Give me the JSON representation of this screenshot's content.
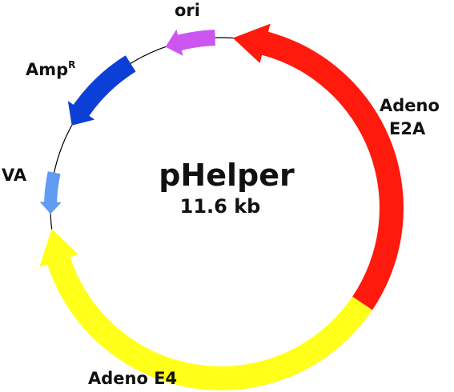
{
  "plasmid": {
    "name": "pHelper",
    "size": "11.6 kb"
  },
  "features": [
    {
      "id": "e2a",
      "label_lines": [
        "Adeno",
        "E2A"
      ],
      "color": "#ff1a0d"
    },
    {
      "id": "e4",
      "label_lines": [
        "Adeno E4"
      ],
      "color": "#ffff1a"
    },
    {
      "id": "va",
      "label_lines": [
        "VA"
      ],
      "color": "#5f9cf2"
    },
    {
      "id": "amp",
      "label_lines": [
        "Amp"
      ],
      "superscript": "R",
      "color": "#0b3fd6"
    },
    {
      "id": "ori",
      "label_lines": [
        "ori"
      ],
      "color": "#cc55f0"
    }
  ],
  "backbone_color": "#000000"
}
